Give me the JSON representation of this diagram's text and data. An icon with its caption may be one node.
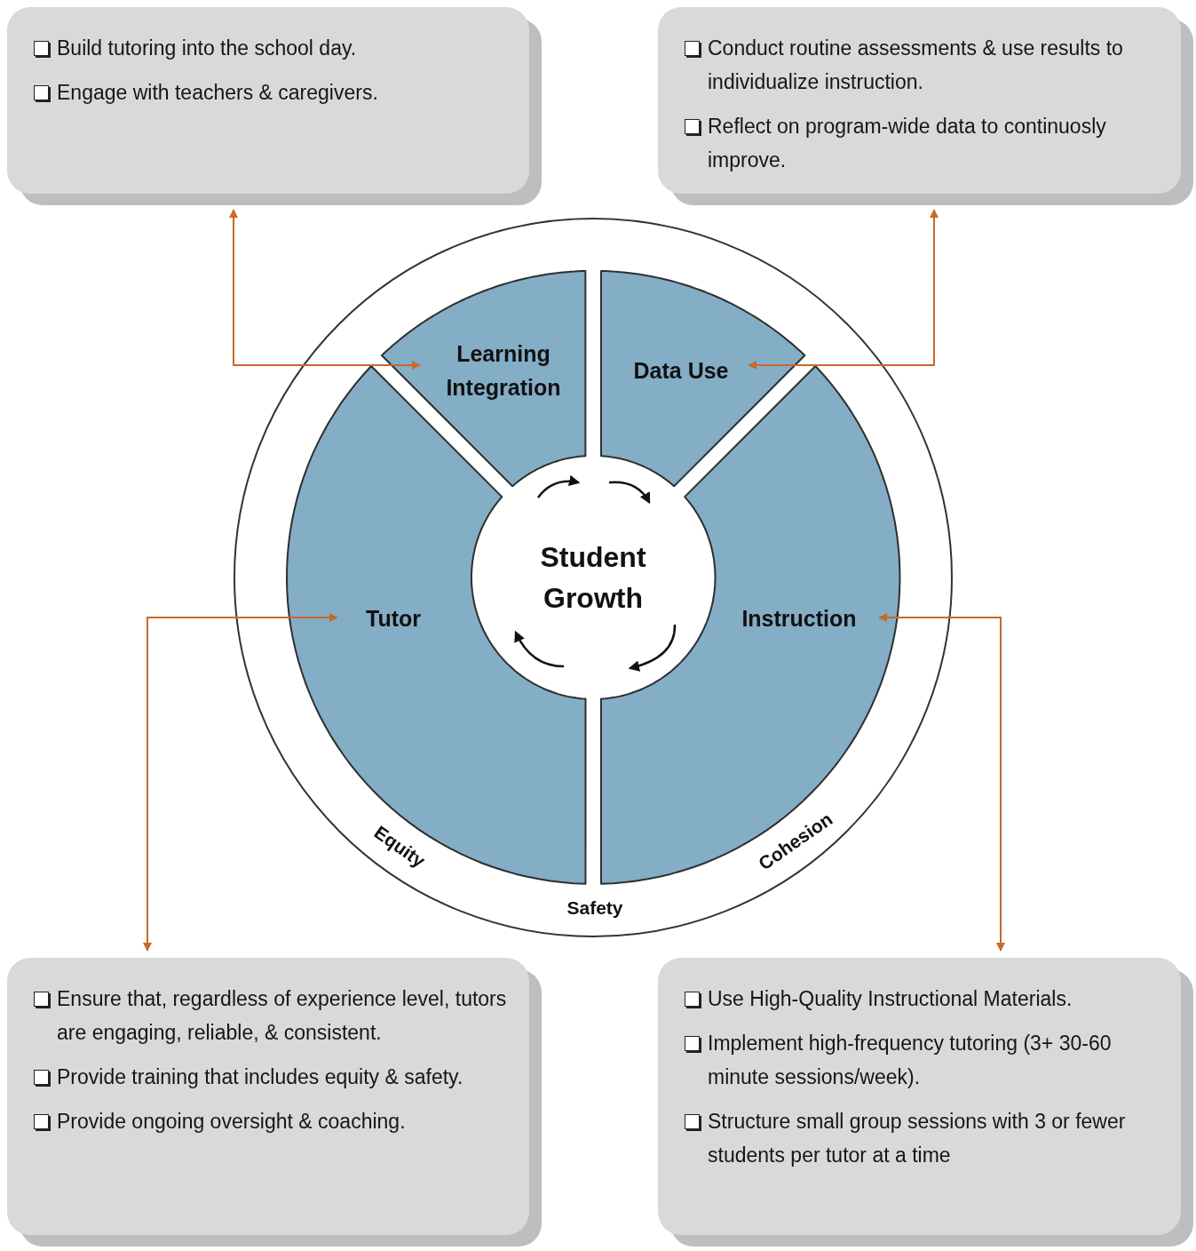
{
  "diagram": {
    "nodes": [
      {
        "text": [
          "Build tutoring into the school day.",
          "Engage with teachers & caregivers."
        ]
      },
      {
        "text": [
          "Conduct routine assessments & use results to individualize instruction.",
          "Reflect on program-wide data to continuosly improve."
        ]
      },
      {
        "text": [
          "Ensure that, regardless of experience level, tutors are engaging, reliable, & consistent.",
          "Provide training that includes equity & safety.",
          "Provide ongoing oversight & coaching."
        ]
      },
      {
        "text": [
          "Use High-Quality Instructional Materials.",
          "Implement high-frequency tutoring (3+ 30-60 minute sessions/week).",
          "Structure small group sessions with 3 or fewer students per tutor at a time"
        ]
      },
      {
        "text": [
          "Equity",
          "Safety",
          "Cohesion"
        ]
      },
      {
        "text": [
          "Learning Integration"
        ],
        "in": 4
      },
      {
        "text": [
          "Data Use"
        ],
        "in": 4
      },
      {
        "text": [
          "Tutor"
        ],
        "in": 4
      },
      {
        "text": [
          "Instruction"
        ],
        "in": 4
      },
      {
        "text": [
          "Student Growth"
        ],
        "in": 4
      }
    ],
    "edges": [
      {
        "from": 5,
        "to": 0,
        "arrow": "both"
      },
      {
        "from": 6,
        "to": 1,
        "arrow": "both"
      },
      {
        "from": 7,
        "to": 2,
        "arrow": "both"
      },
      {
        "from": 8,
        "to": 3,
        "arrow": "both"
      }
    ]
  }
}
